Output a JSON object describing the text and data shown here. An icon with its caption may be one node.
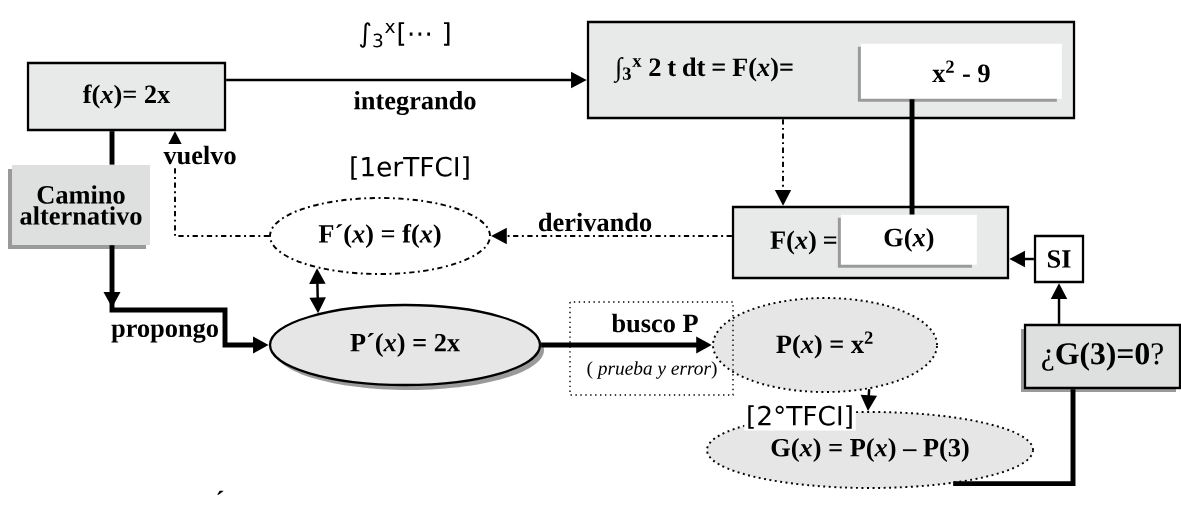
{
  "diagram": {
    "nodes": [
      {
        "text": [
          "f(*x*)= 2x"
        ]
      },
      {
        "text": [
          "∫$_{3}$$^{x}$ 2 t dt = F(*x*)="
        ]
      },
      {
        "text": [
          "x$^{2}$ - 9"
        ],
        "in": 1
      },
      {
        "text": [
          "Camino alternativo"
        ]
      },
      {
        "text": [
          "F´(*x*) = f(*x*)"
        ],
        "beside": [
          "[1erTFCI]"
        ]
      },
      {
        "text": [
          "F(*x*) ="
        ]
      },
      {
        "text": [
          "G(*x*)"
        ],
        "in": 5
      },
      {
        "text": [
          "SI"
        ]
      },
      {
        "text": [
          "P´(*x*) = 2x"
        ]
      },
      {
        "text": [
          "P(*x*) = x$^{2}$"
        ]
      },
      {
        "text": [
          "¿**G(3)=0**?"
        ]
      },
      {
        "text": [
          "G(*x*) = P(*x*) – P(3)"
        ]
      }
    ],
    "edges": [
      {
        "from": 0,
        "to": 1,
        "arrow": "to",
        "label": "integrando"
      },
      {
        "from": 0,
        "to": 3,
        "arrow": "none",
        "style": "thick"
      },
      {
        "from": 3,
        "to": 8,
        "arrow": "to",
        "style": "thick",
        "label": "propongo"
      },
      {
        "from": 4,
        "to": 0,
        "arrow": "to",
        "style": "dashed",
        "label": "vuelvo"
      },
      {
        "from": 5,
        "to": 4,
        "arrow": "to",
        "style": "dashed",
        "label": "derivando"
      },
      {
        "from": 1,
        "to": 5,
        "arrow": "to",
        "style": "dashed"
      },
      {
        "from": 2,
        "to": 6,
        "arrow": "none",
        "style": "thick"
      },
      {
        "from": 7,
        "to": 5,
        "arrow": "to"
      },
      {
        "from": 10,
        "to": 7,
        "arrow": "to"
      },
      {
        "from": 11,
        "to": 10,
        "arrow": "none",
        "style": "thick"
      },
      {
        "from": 4,
        "to": 8,
        "arrow": "both"
      },
      {
        "from": 8,
        "to": 9,
        "arrow": "to",
        "style": "thick",
        "label": "busco P"
      },
      {
        "from": 9,
        "to": 11,
        "arrow": "to",
        "label": "[2°TFCI]"
      }
    ],
    "labels": [
      "∫$_{3}$$^{x}$[⋯ ]",
      "( *prueba y error*)",
      "´"
    ]
  }
}
